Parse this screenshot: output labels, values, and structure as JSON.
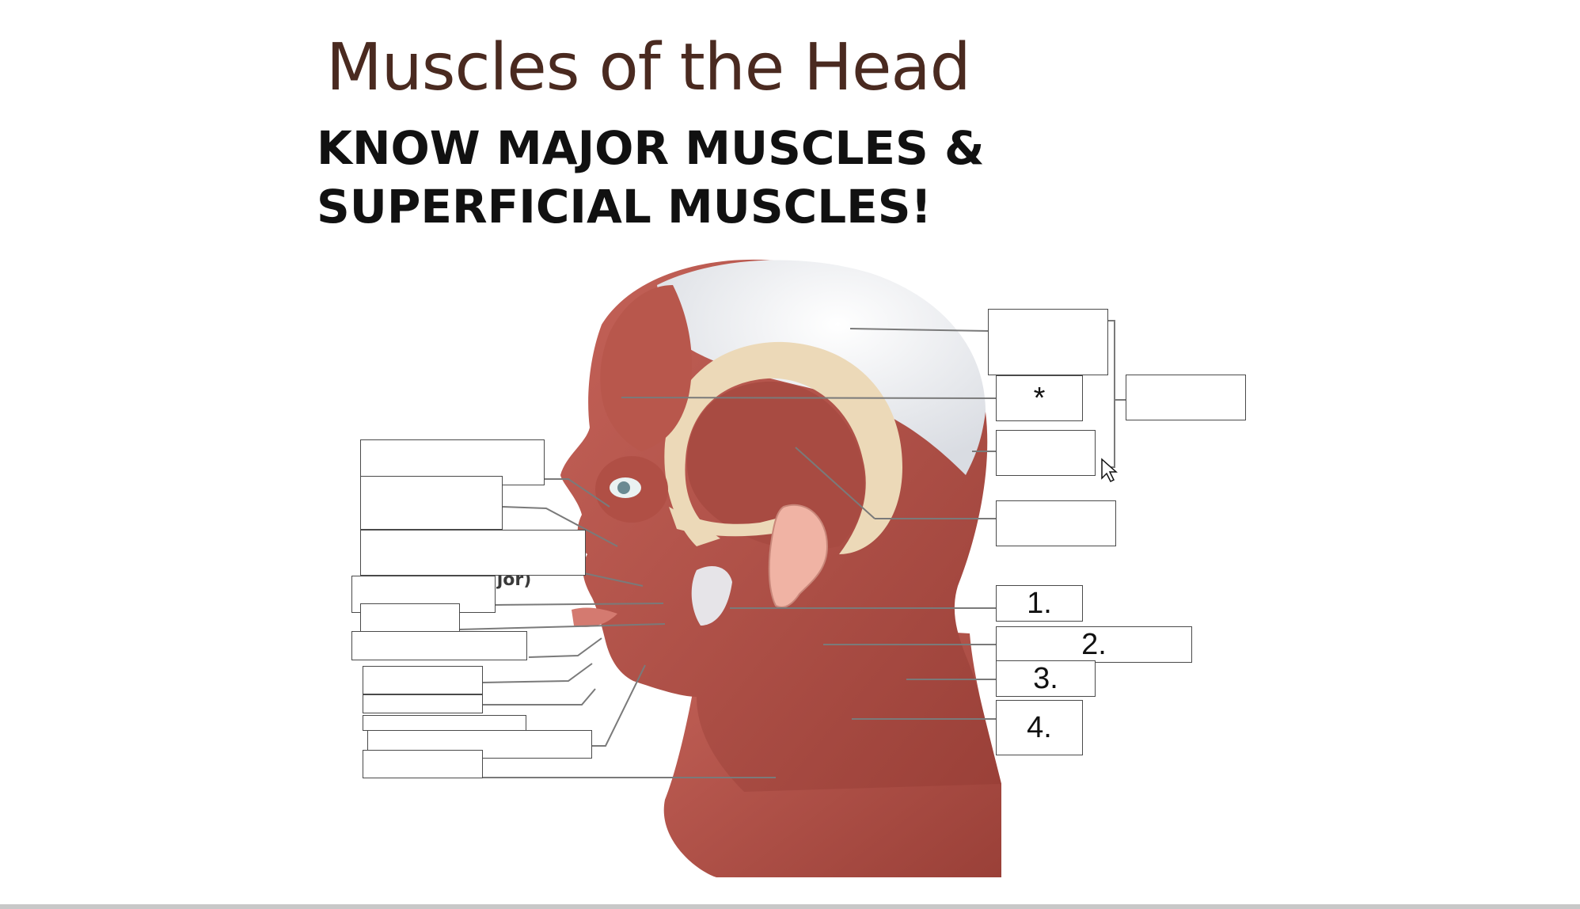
{
  "slide": {
    "title": "Muscles of the Head",
    "subtitle_line1": "KNOW MAJOR MUSCLES &",
    "subtitle_line2": "SUPERFICIAL MUSCLES!"
  },
  "fragment_text": "major)",
  "boxes": {
    "right_top": "",
    "asterisk": "*",
    "right_3": "",
    "right_4": "",
    "far_right": "",
    "n1": "1.",
    "n2": "2.",
    "n3": "3.",
    "n4": "4.",
    "left_1": "",
    "left_2": "",
    "left_3": "",
    "left_4": "",
    "left_5": "",
    "left_6": "",
    "left_7": "",
    "left_8": "",
    "left_9": "",
    "left_10": "",
    "left_11": ""
  },
  "colors": {
    "muscle": "#b4544a",
    "muscle_dark": "#8e3b33",
    "aponeurosis": "#eceef2",
    "tendon": "#ecd9b8",
    "title": "#4a2a20"
  }
}
